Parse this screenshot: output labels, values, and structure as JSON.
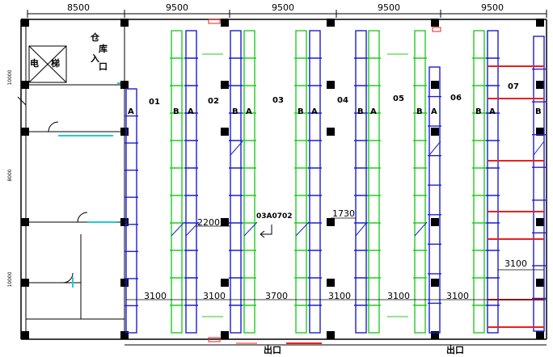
{
  "top_dimensions": [
    "8500",
    "9500",
    "9500",
    "9500",
    "9500"
  ],
  "left_dimensions": [
    "10000",
    "8000",
    "10000"
  ],
  "warehouse_entrance": "仓库入口",
  "elevator": [
    "电",
    "梯"
  ],
  "zones": [
    "01",
    "02",
    "03",
    "04",
    "05",
    "06",
    "07"
  ],
  "rack_marks": {
    "a": "A",
    "b": "B"
  },
  "aisle_widths": [
    "3100",
    "3100",
    "3700",
    "3100",
    "3100",
    "3100"
  ],
  "gap_2200": "2200",
  "gap_1730": "1730",
  "gap_3100_right": "3100",
  "location_code": "03A0702",
  "exit_label": "出口",
  "colors": {
    "rack_blue": "#1c1cd6",
    "rack_green": "#22cc22",
    "rack_red": "#e82020",
    "cyan_door": "#22cccc",
    "wall": "#000000"
  }
}
